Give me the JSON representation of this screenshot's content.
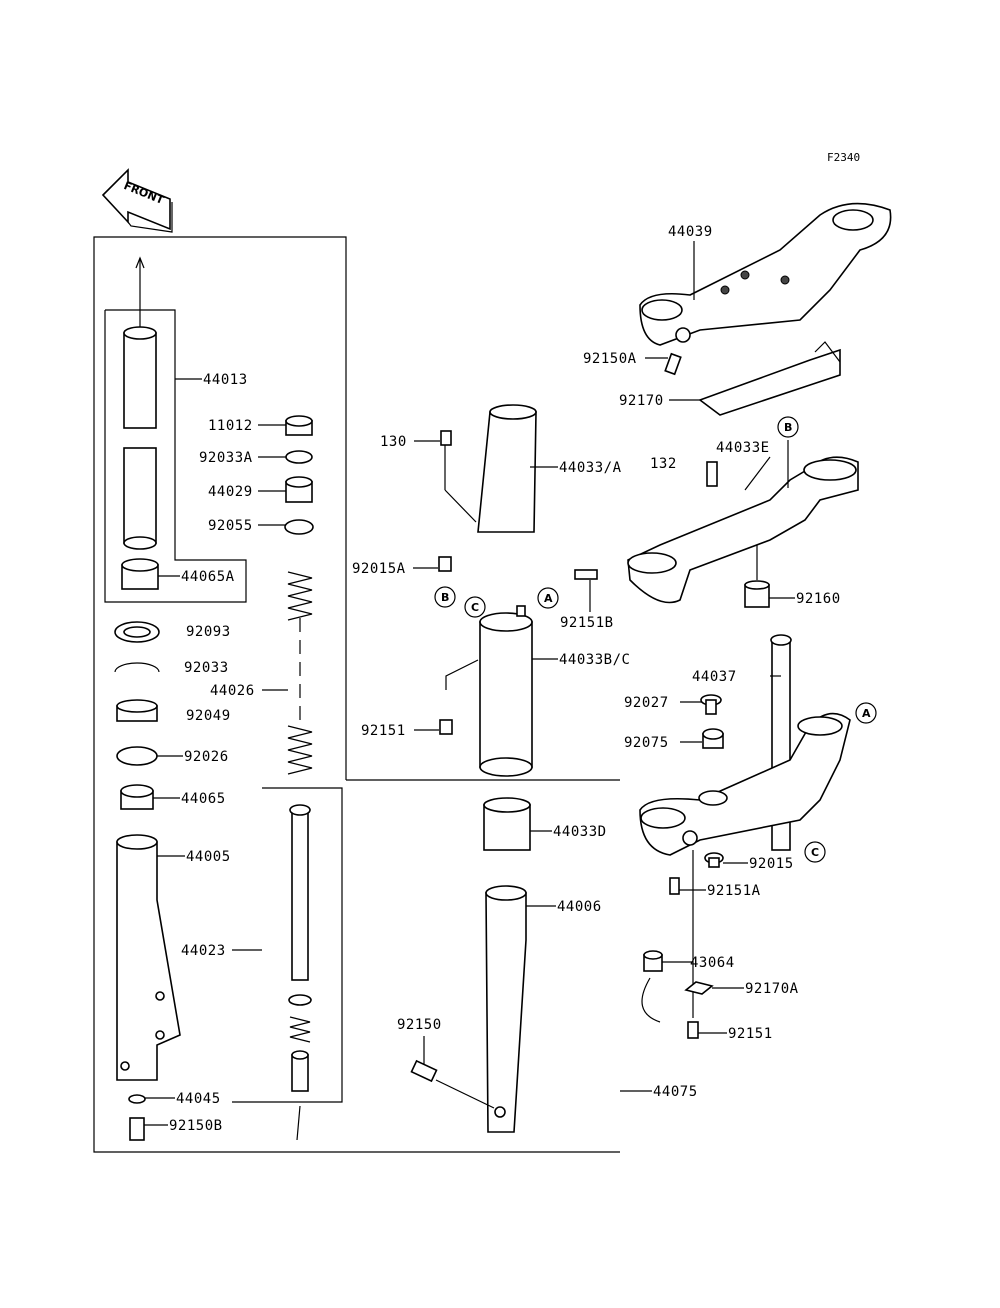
{
  "diagram_code": "F2340",
  "front_arrow_label": "FRONT",
  "callouts": {
    "A": "A",
    "B": "B",
    "C": "C"
  },
  "parts": {
    "p44013": "44013",
    "p11012": "11012",
    "p92033A": "92033A",
    "p44029": "44029",
    "p92055": "92055",
    "p44065A": "44065A",
    "p92093": "92093",
    "p92033": "92033",
    "p44026": "44026",
    "p92049": "92049",
    "p92026": "92026",
    "p44065": "44065",
    "p44005": "44005",
    "p44023": "44023",
    "p44045": "44045",
    "p92150B": "92150B",
    "p130": "130",
    "p44033A": "44033/A",
    "p92015A": "92015A",
    "p92151B": "92151B",
    "p44033BC": "44033B/C",
    "p92151_mid": "92151",
    "p44033D": "44033D",
    "p44006": "44006",
    "p92150": "92150",
    "p44075": "44075",
    "p44039": "44039",
    "p92150A": "92150A",
    "p92170": "92170",
    "p132": "132",
    "p44033E": "44033E",
    "p92160": "92160",
    "p44037": "44037",
    "p92027": "92027",
    "p92075": "92075",
    "p92015": "92015",
    "p92151A": "92151A",
    "p43064": "43064",
    "p92170A": "92170A",
    "p92151_right": "92151"
  }
}
